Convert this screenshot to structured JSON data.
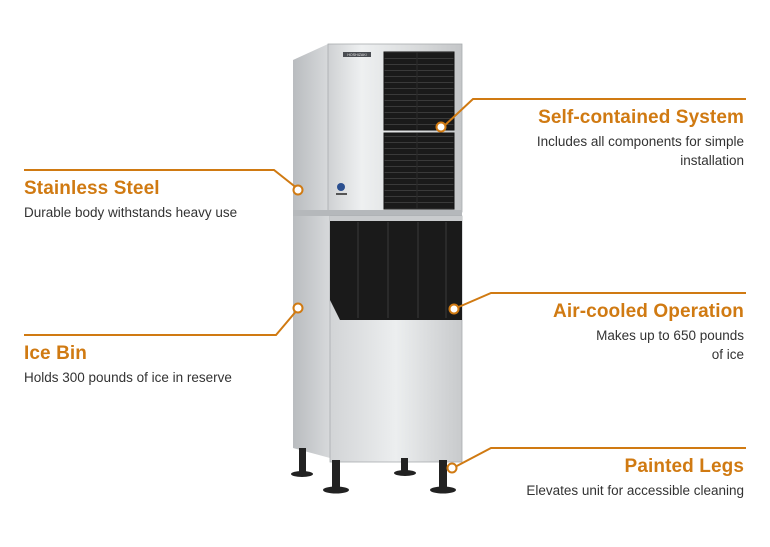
{
  "accent_color": "#d07a12",
  "brand_plate": "HOSHIZAKI",
  "callouts": {
    "self_contained": {
      "title": "Self-contained System",
      "desc_line1": "Includes all components for simple",
      "desc_line2": "installation"
    },
    "stainless_steel": {
      "title": "Stainless Steel",
      "desc_line1": "Durable body withstands heavy use"
    },
    "air_cooled": {
      "title": "Air-cooled Operation",
      "desc_line1": "Makes up to 650 pounds",
      "desc_line2": "of ice"
    },
    "ice_bin": {
      "title": "Ice Bin",
      "desc_line1": "Holds 300 pounds of ice in reserve"
    },
    "painted_legs": {
      "title": "Painted Legs",
      "desc_line1": "Elevates unit for accessible cleaning"
    }
  }
}
